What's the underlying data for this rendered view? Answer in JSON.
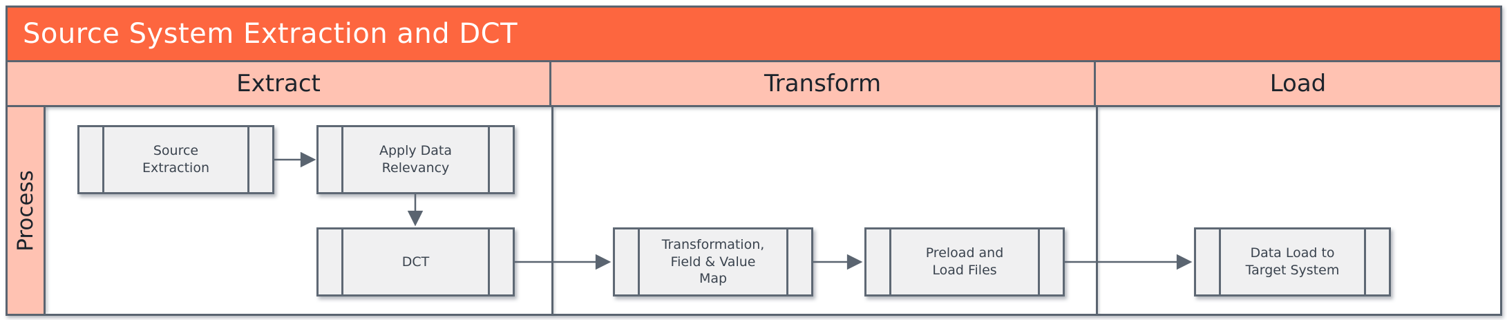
{
  "title_bar": {
    "title": "Source System Extraction and DCT"
  },
  "columns": [
    {
      "label": "Extract"
    },
    {
      "label": "Transform"
    },
    {
      "label": "Load"
    }
  ],
  "lane": {
    "label": "Process"
  },
  "nodes": [
    {
      "id": "source-extraction",
      "label": "Source Extraction",
      "column": "Extract",
      "type": "predefined-process"
    },
    {
      "id": "apply-data-relevancy",
      "label": "Apply Data Relevancy",
      "column": "Extract",
      "type": "predefined-process"
    },
    {
      "id": "dct",
      "label": "DCT",
      "column": "Extract",
      "type": "predefined-process"
    },
    {
      "id": "transformation-field-value-map",
      "label": "Transformation, Field & Value Map",
      "column": "Transform",
      "type": "predefined-process"
    },
    {
      "id": "preload-and-load-files",
      "label": "Preload and Load Files",
      "column": "Transform",
      "type": "predefined-process"
    },
    {
      "id": "data-load-to-target-system",
      "label": "Data Load to Target System",
      "column": "Load",
      "type": "predefined-process"
    }
  ],
  "edges": [
    {
      "from": "source-extraction",
      "to": "apply-data-relevancy",
      "direction": "right"
    },
    {
      "from": "apply-data-relevancy",
      "to": "dct",
      "direction": "down"
    },
    {
      "from": "dct",
      "to": "transformation-field-value-map",
      "direction": "right"
    },
    {
      "from": "transformation-field-value-map",
      "to": "preload-and-load-files",
      "direction": "right"
    },
    {
      "from": "preload-and-load-files",
      "to": "data-load-to-target-system",
      "direction": "right"
    }
  ],
  "colors": {
    "title_bg": "#FD663F",
    "header_bg": "#FFC2B2",
    "line": "#5A6470",
    "node_fill": "#F0F0F1",
    "node_border": "#5E6874",
    "node_text": "#3A434E",
    "title_text": "#FFFFFF"
  }
}
